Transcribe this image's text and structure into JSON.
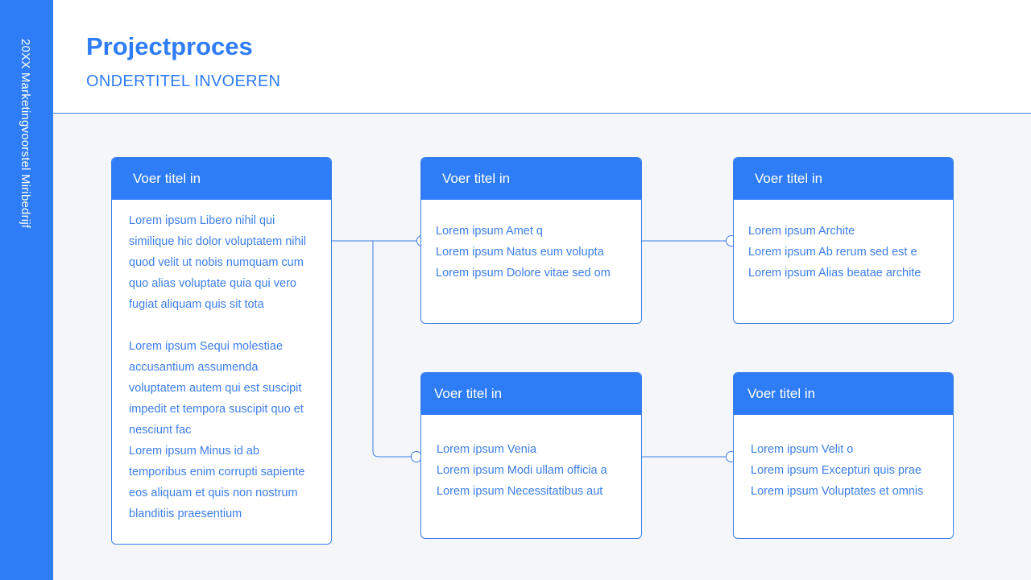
{
  "sidebar": {
    "label": "20XX Marketingvoorstel Miribedrijf"
  },
  "header": {
    "title": "Projectproces",
    "subtitle": "ONDERTITEL INVOEREN"
  },
  "cards": [
    {
      "title": "Voer titel in",
      "paragraphs": [
        [
          "Lorem ipsum Libero nihil qui",
          "similique hic dolor voluptatem nihil",
          "quod velit ut nobis numquam cum",
          "quo alias voluptate quia qui vero",
          "fugiat aliquam quis sit tota"
        ],
        [
          "Lorem ipsum Sequi molestiae",
          "accusantium assumenda",
          "voluptatem autem qui est suscipit",
          "impedit et tempora suscipit quo et",
          "nesciunt fac",
          "Lorem ipsum Minus id ab",
          "temporibus enim corrupti sapiente",
          "eos aliquam et quis non nostrum",
          "blanditiis praesentium"
        ]
      ]
    },
    {
      "title": "Voer titel in",
      "lines": [
        "Lorem ipsum Amet q",
        "Lorem ipsum Natus eum volupta",
        "Lorem ipsum Dolore vitae sed om"
      ]
    },
    {
      "title": "Voer titel in",
      "lines": [
        "Lorem ipsum Archite",
        "Lorem ipsum Ab rerum sed est e",
        "Lorem ipsum Alias beatae archite"
      ]
    },
    {
      "title": "Voer titel in",
      "lines": [
        "Lorem ipsum Venia",
        "Lorem ipsum Modi ullam officia a",
        "Lorem ipsum Necessitatibus aut"
      ]
    },
    {
      "title": "Voer titel in",
      "lines": [
        "Lorem ipsum Velit o",
        "Lorem ipsum Excepturi quis prae",
        "Lorem ipsum Voluptates et omnis"
      ]
    }
  ]
}
